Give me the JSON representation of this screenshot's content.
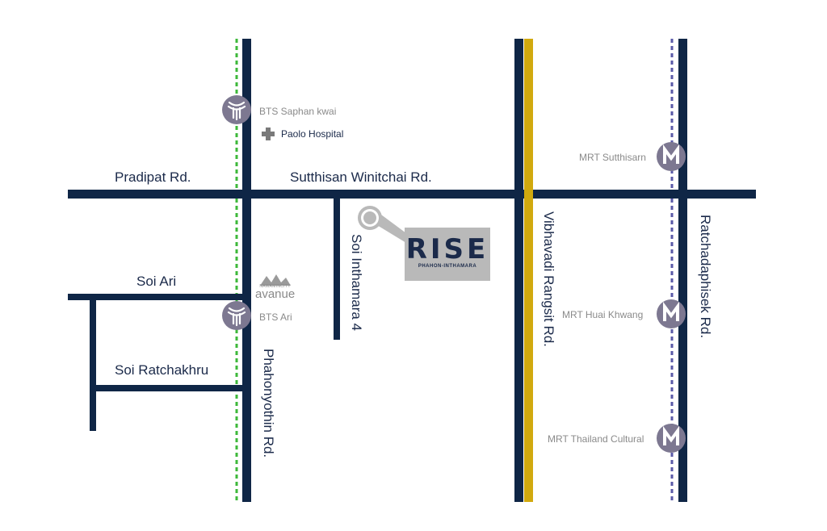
{
  "roads": {
    "pradipat": "Pradipat Rd.",
    "sutthisan": "Sutthisan Winitchai Rd.",
    "soi_ari": "Soi Ari",
    "soi_ratchakhru": "Soi Ratchakhru",
    "phahonyothin": "Phahonyothin Rd.",
    "soi_inthamara_4": "Soi Inthamara 4",
    "vibhavadi": "Vibhavadi Rangsit Rd.",
    "ratchadaphisek": "Ratchadaphisek Rd."
  },
  "stations": {
    "bts_saphan_kwai": "BTS Saphan kwai",
    "bts_ari": "BTS Ari",
    "mrt_sutthisarn": "MRT Sutthisarn",
    "mrt_huai_khwang": "MRT Huai Khwang",
    "mrt_thailand_cultural": "MRT Thailand Cultural",
    "mrt_icon_letter": "M"
  },
  "landmarks": {
    "hospital": "Paolo Hospital",
    "avanue_small": "NAWAMINCITY",
    "avanue_big": "avanue"
  },
  "project": {
    "title": "RISE",
    "subtitle": "PHAHON-INTHAMARA"
  },
  "colors": {
    "road": "#0f2646",
    "bts_line": "#3db83a",
    "mrt_line": "#5a5aa8",
    "vibhavadi_tollway": "#d1a90e",
    "station_marker": "#7d7891",
    "label_gray": "#8a8a8a",
    "project_box": "#b9b9b9"
  },
  "icons": {
    "bts": "bts-logo-icon",
    "mrt": "mrt-logo-icon",
    "hospital": "hospital-cross-icon",
    "pin": "location-pin-icon"
  }
}
